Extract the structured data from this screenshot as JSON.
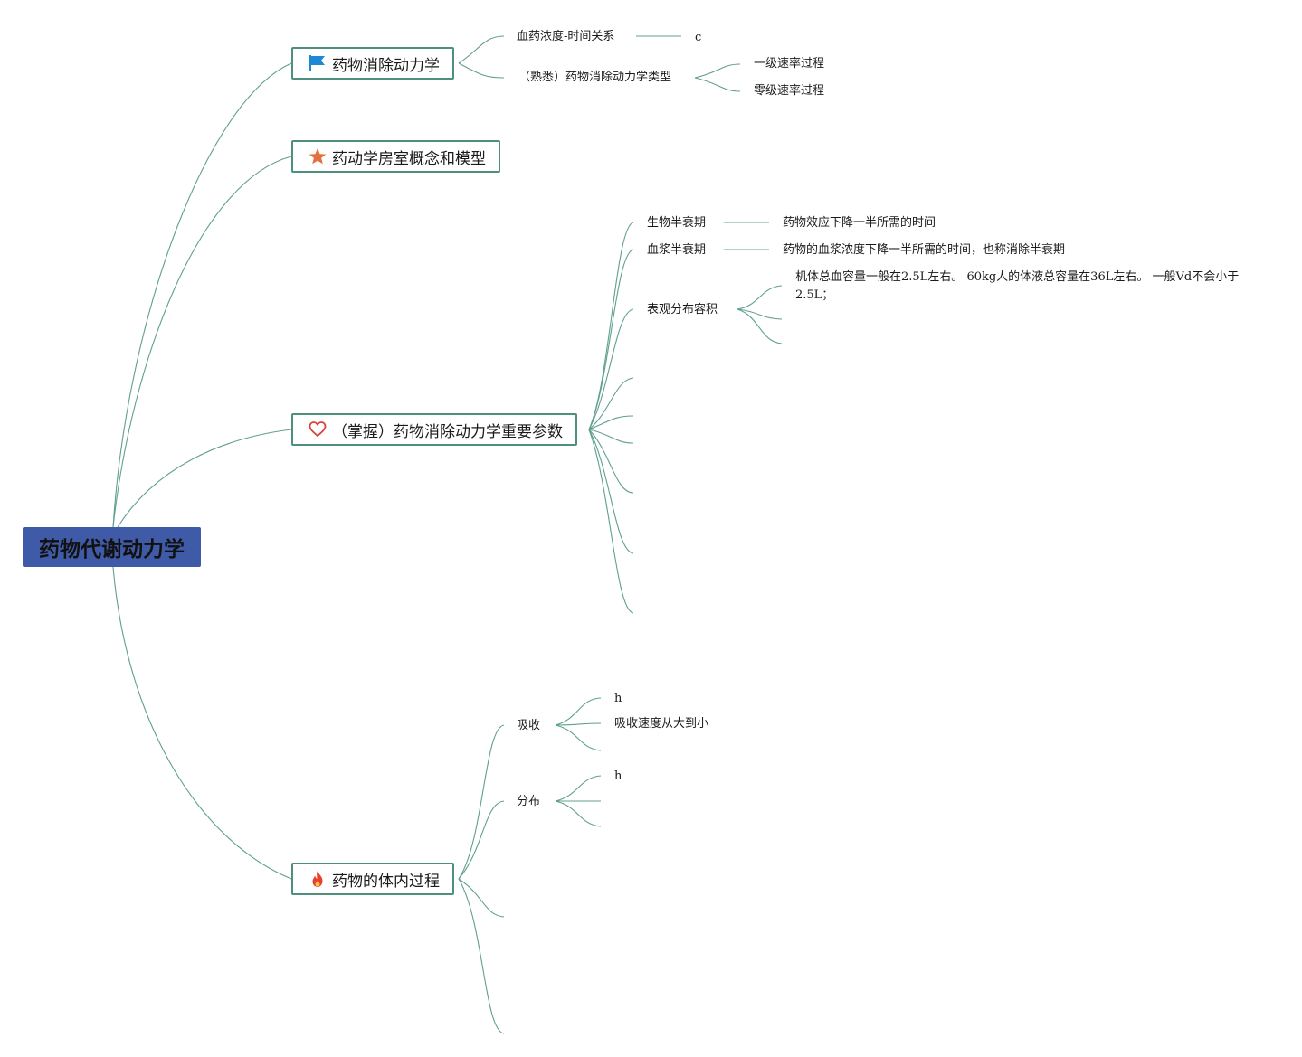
{
  "root": {
    "label": "药物代谢动力学"
  },
  "topics": {
    "t1": {
      "label": "药物消除动力学",
      "icon": "flag-icon"
    },
    "t2": {
      "label": "药动学房室概念和模型",
      "icon": "star-icon"
    },
    "t3": {
      "label": "（掌握）药物消除动力学重要参数",
      "icon": "heart-icon"
    },
    "t4": {
      "label": "药物的体内过程",
      "icon": "fire-icon"
    }
  },
  "nodes": {
    "n_conc_time": "血药浓度-时间关系",
    "n_c": "c",
    "n_types": "（熟悉）药物消除动力学类型",
    "n_first_order": "一级速率过程",
    "n_zero_order": "零级速率过程",
    "n_bio_half": "生物半衰期",
    "n_bio_half_def": "药物效应下降一半所需的时间",
    "n_plasma_half": "血浆半衰期",
    "n_plasma_half_def": "药物的血浆浓度下降一半所需的时间，也称消除半衰期",
    "n_vd": "表观分布容积",
    "n_vd_note": "机体总血容量一般在2.5L左右。 60kg人的体液总容量在36L左右。 一般Vd不会小于2.5L；",
    "n_absorb": "吸收",
    "n_absorb_h": "h",
    "n_absorb_speed": "吸收速度从大到小",
    "n_distrib": "分布",
    "n_distrib_h": "h"
  },
  "colors": {
    "root_bg": "#3f5aa6",
    "topic_border": "#4e8f7f",
    "link": "#5f9f8f",
    "flag": "#1e88d6",
    "star": "#e2703a",
    "heart": "#d9413b",
    "fire": "#e8402a"
  }
}
